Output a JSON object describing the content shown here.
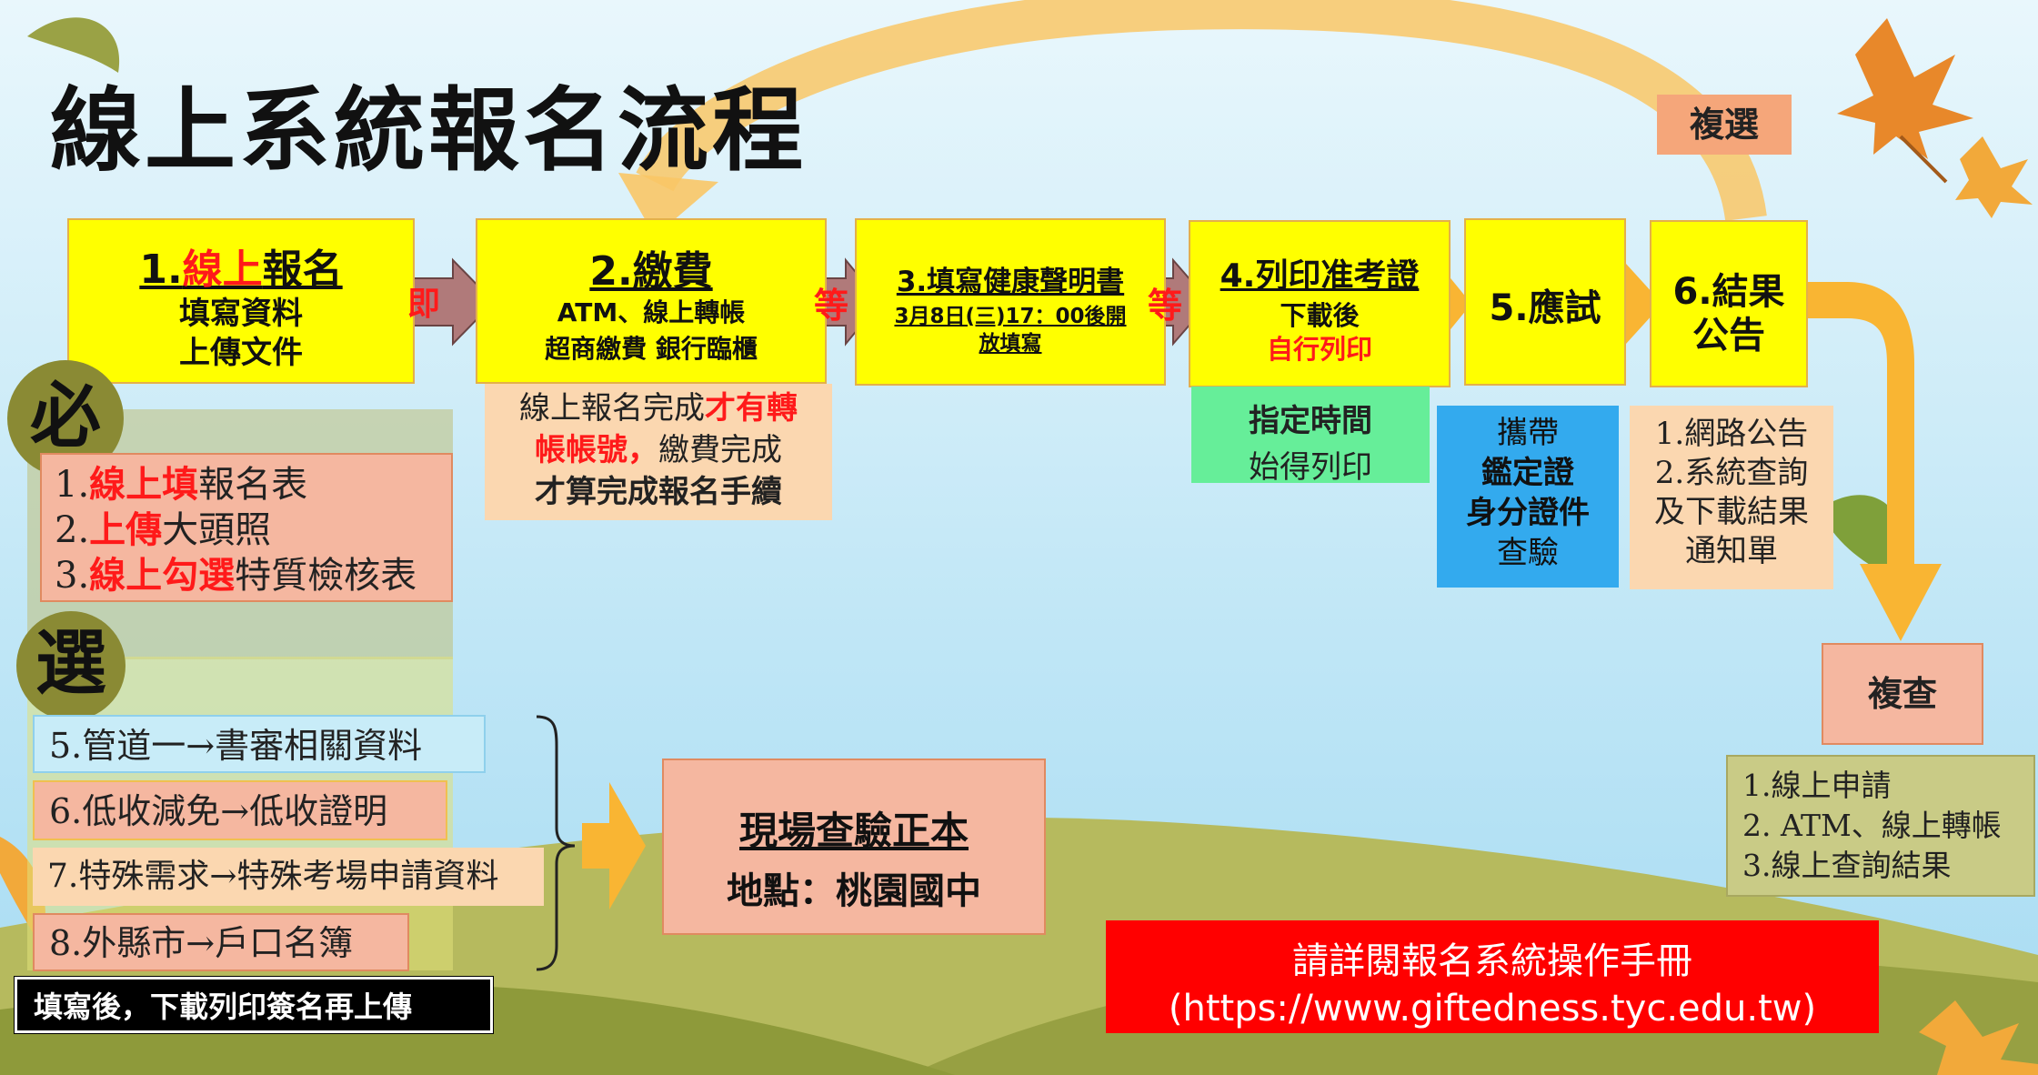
{
  "title": "線上系統報名流程",
  "colors": {
    "yellow": "#ffff00",
    "peach": "#f5b7a0",
    "green": "#66ee99",
    "blue": "#33aaee",
    "red": "#ff0000",
    "orange": "#f9b533"
  },
  "steps": {
    "s1": {
      "num": "1.",
      "red": "線上",
      "rest": "報名",
      "l2": "填寫資料",
      "l3": "上傳文件"
    },
    "s2": {
      "head": "2.繳費",
      "l2": "ATM、線上轉帳",
      "l3": "超商繳費 銀行臨櫃"
    },
    "s3": {
      "head": "3.填寫健康聲明書",
      "l2": "3月8日(三)17：00後開",
      "l3": "放填寫"
    },
    "s4": {
      "head": "4.列印准考證",
      "l2": "下載後",
      "l3": "自行列印"
    },
    "s5": {
      "head": "5.應試"
    },
    "s6": {
      "l1": "6.結果",
      "l2": "公告"
    }
  },
  "arrows": {
    "a1": "即",
    "a2": "等",
    "a3": "等"
  },
  "notes": {
    "pay": {
      "p1": "線上報名完成",
      "p2": "才有轉",
      "p3": "帳帳號，",
      "p4": "繳費完成",
      "p5": "才算完成報名手續"
    },
    "print": {
      "l1": "指定時間",
      "l2": "始得列印"
    },
    "exam": {
      "l1": "攜帶",
      "l2": "鑑定證",
      "l3": "身分證件",
      "l4": "查驗"
    },
    "result": {
      "l1": "1.網路公告",
      "l2": "2.系統查詢",
      "l3": "及下載結果",
      "l4": "通知單"
    }
  },
  "reselect": "複選",
  "review": {
    "title": "複查",
    "l1": "1.線上申請",
    "l2": "2. ATM、線上轉帳",
    "l3": "3.線上查詢結果"
  },
  "required": {
    "badge": "必",
    "i1": {
      "n": "1.",
      "r": "線上填",
      "t": "報名表"
    },
    "i2": {
      "n": "2.",
      "r": "上傳",
      "t": "大頭照"
    },
    "i3": {
      "n": "3.",
      "r": "線上勾選",
      "t": "特質檢核表"
    }
  },
  "optional": {
    "badge": "選",
    "o5": "5.管道一→書審相關資料",
    "o6": "6.低收減免→低收證明",
    "o7": "7.特殊需求→特殊考場申請資料",
    "o8": "8.外縣市→戶口名簿",
    "note": "填寫後，下載列印簽名再上傳"
  },
  "onsite": {
    "l1": "現場查驗正本",
    "l2": "地點：桃園國中"
  },
  "manual": {
    "l1": "請詳閱報名系統操作手冊",
    "l2": "(https://www.giftedness.tyc.edu.tw)"
  }
}
